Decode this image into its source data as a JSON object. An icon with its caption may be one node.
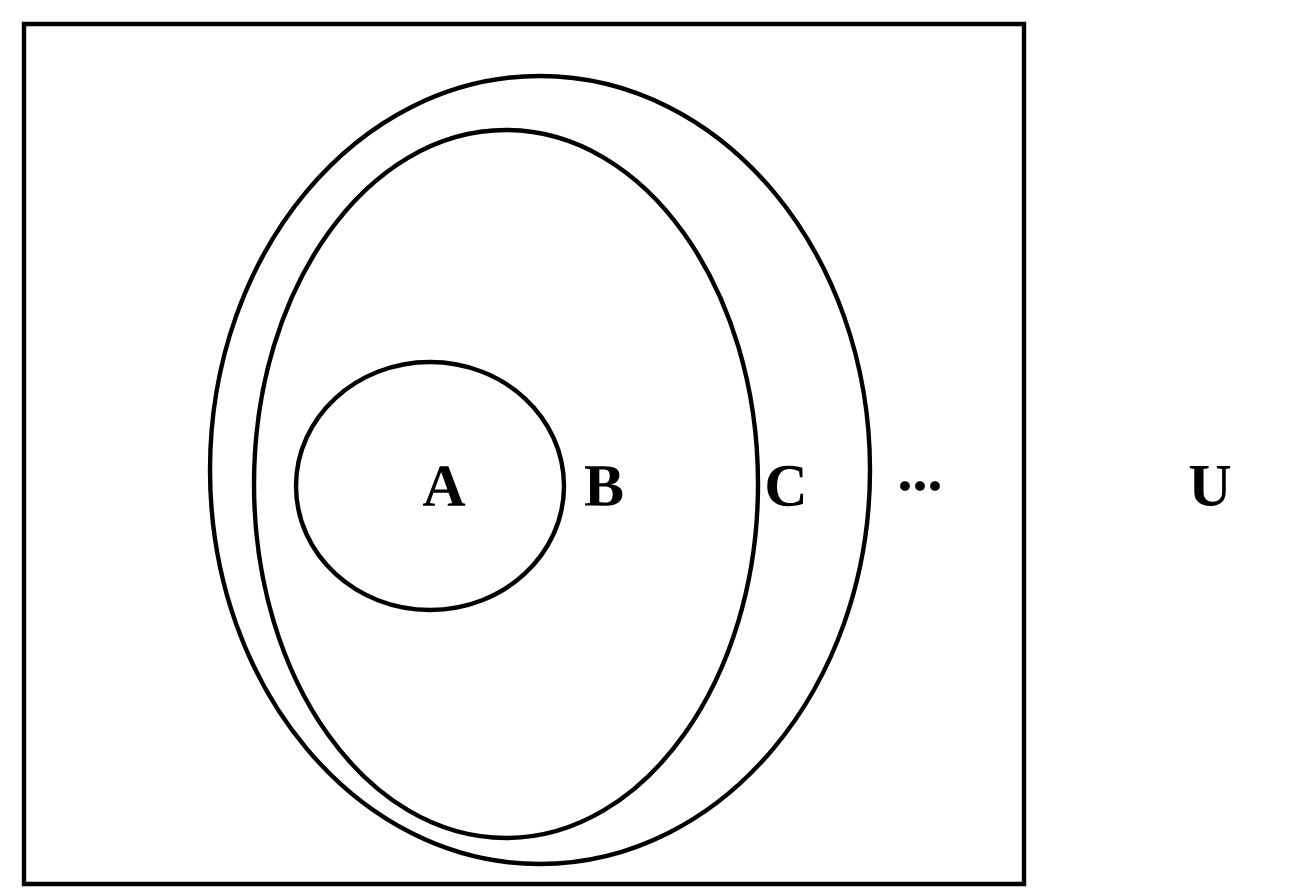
{
  "diagram": {
    "nodes": [
      {
        "text": [],
        "shape": "box",
        "beside": [
          "U"
        ]
      },
      {
        "text": [
          "C"
        ],
        "in": 0
      },
      {
        "text": [
          "B"
        ],
        "in": 1
      },
      {
        "text": [
          "A"
        ],
        "in": 2
      }
    ],
    "labels": [
      "..."
    ]
  }
}
